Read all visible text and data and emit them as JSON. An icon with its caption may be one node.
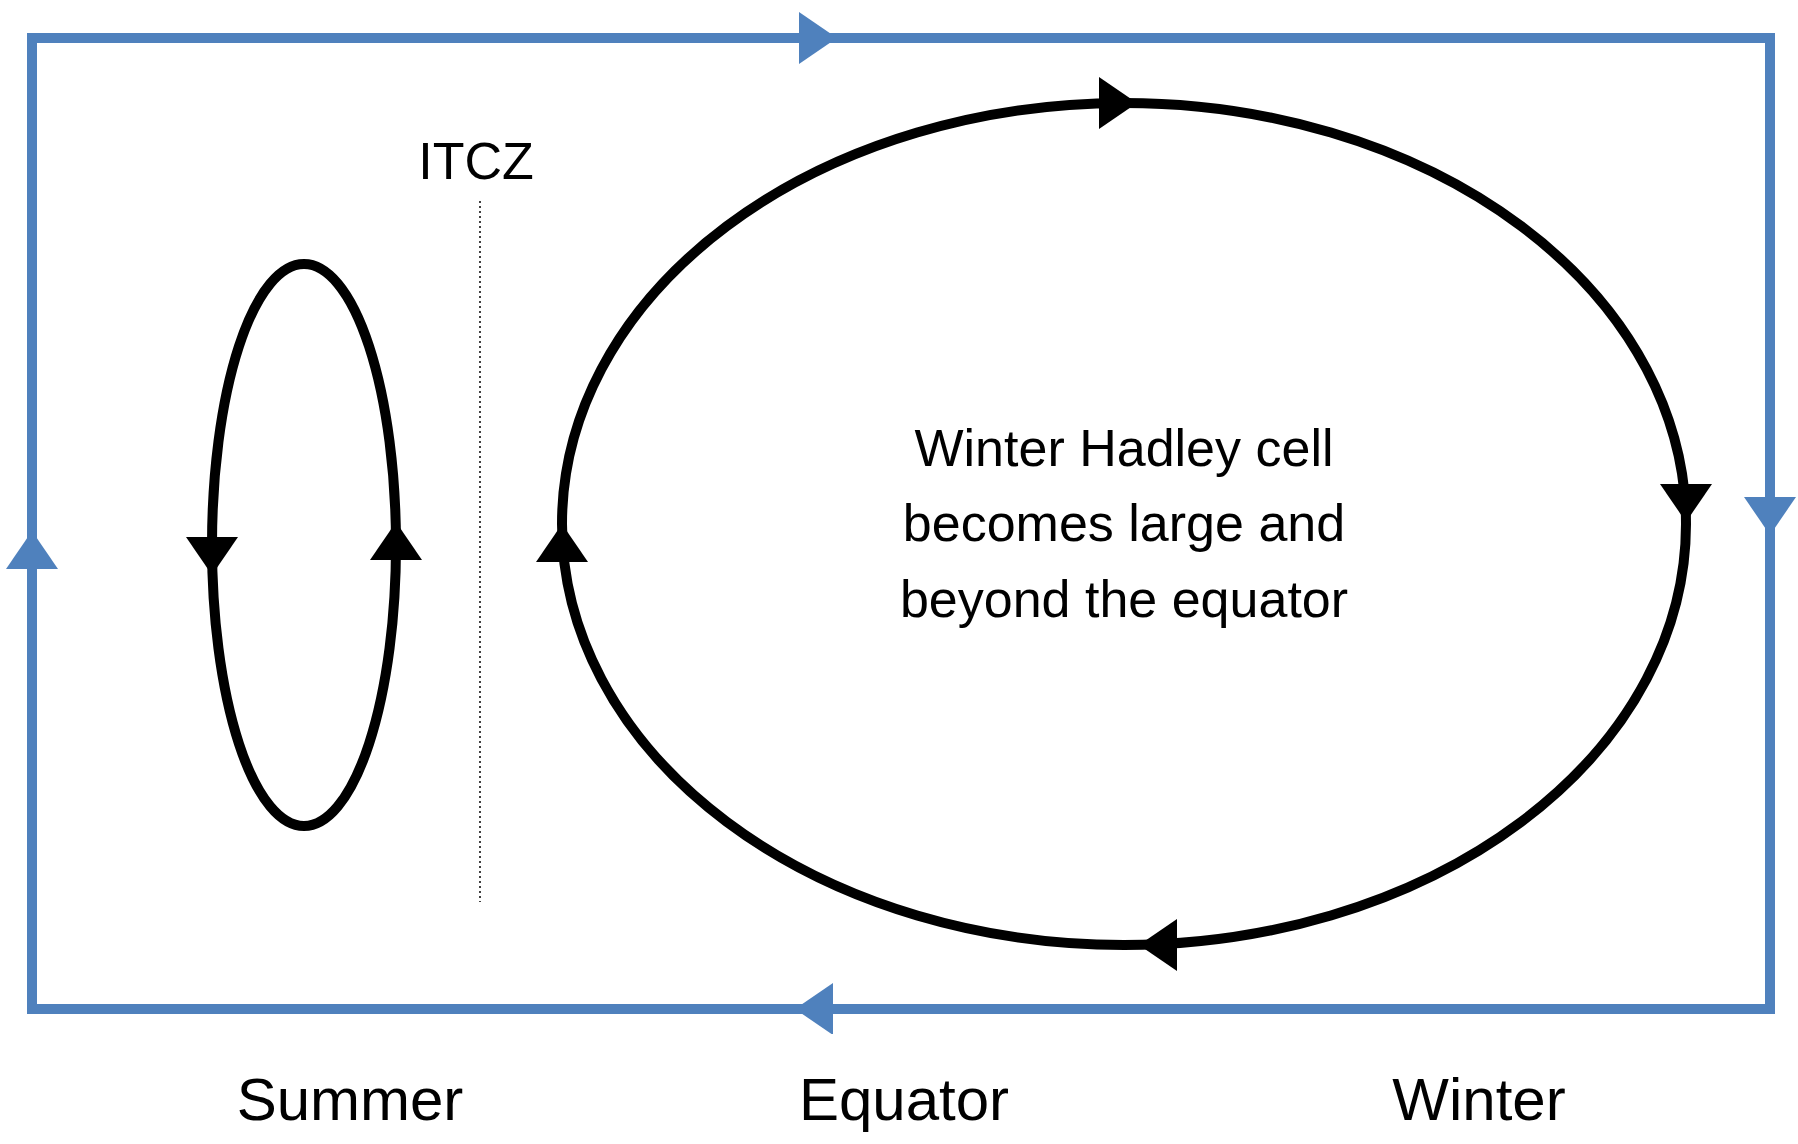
{
  "diagram": {
    "nodes": [
      {
        "text": [],
        "shape": "box"
      },
      {
        "text": [],
        "shape": "circle",
        "in": 0
      },
      {
        "text": [
          "Winter Hadley cell becomes large and beyond the equator"
        ],
        "in": 0
      }
    ],
    "labels": [
      "ITCZ",
      "Summer",
      "Equator",
      "Winter"
    ]
  }
}
